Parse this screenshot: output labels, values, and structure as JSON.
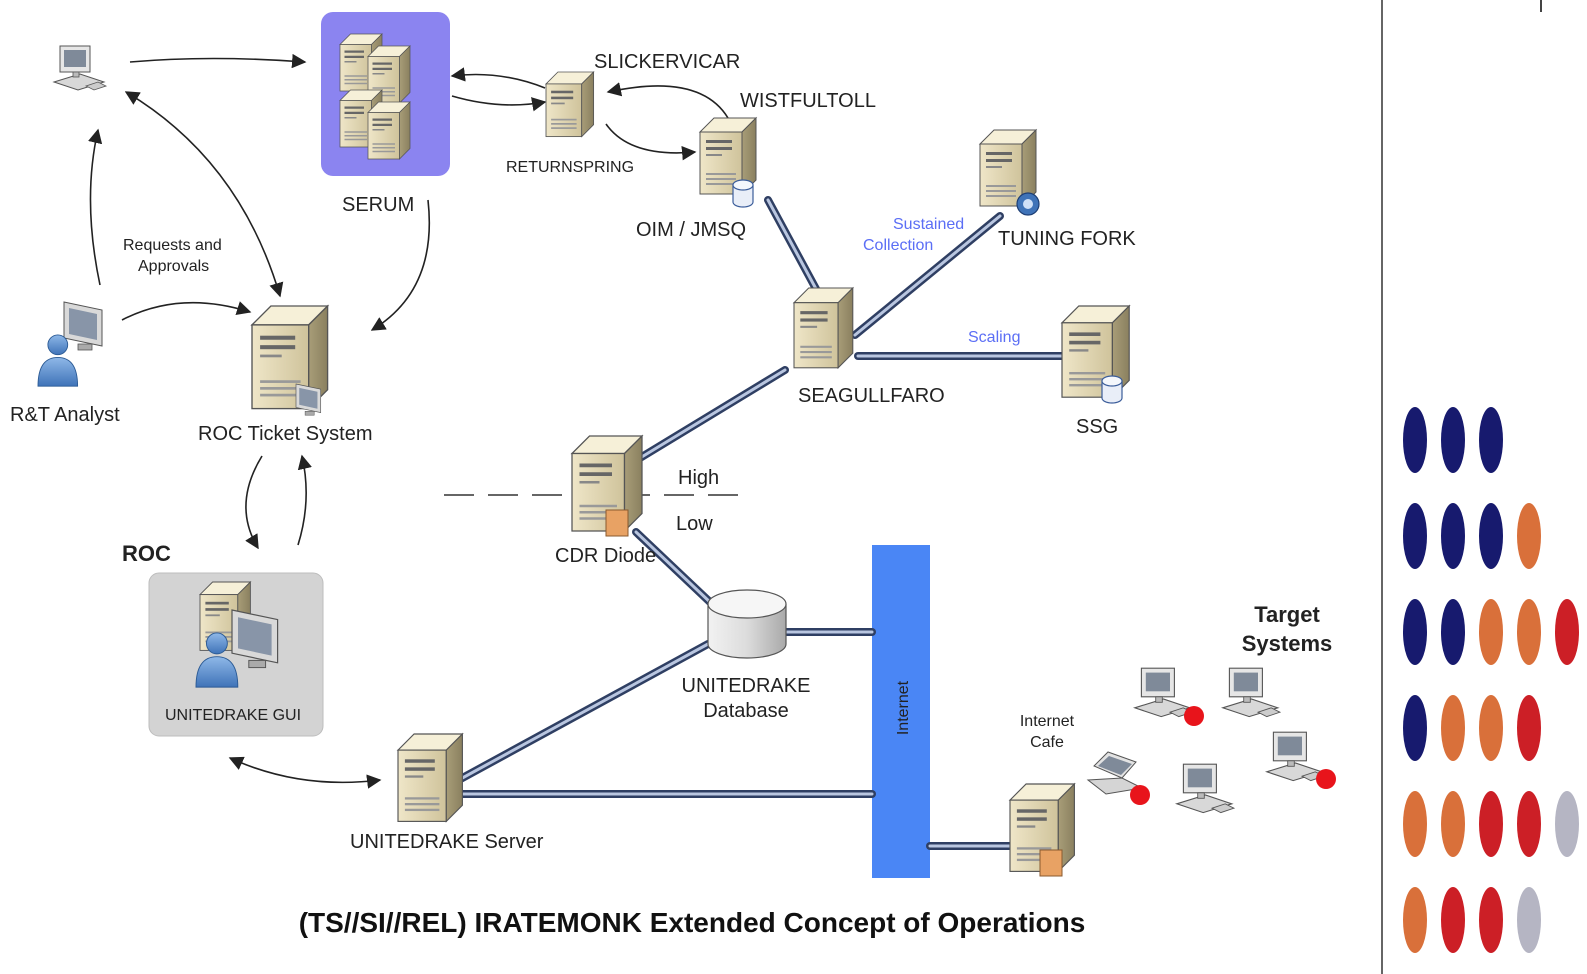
{
  "nodes": {
    "serum": "SERUM",
    "slickervicar": "SLICKERVICAR",
    "wistfultoll": "WISTFULTOLL",
    "returnspring": "RETURNSPRING",
    "oim_jmsq": "OIM / JMSQ",
    "tuning_fork": "TUNING FORK",
    "seagullfaro": "SEAGULLFARO",
    "ssg": "SSG",
    "rt_analyst": "R&T Analyst",
    "roc_ticket_system": "ROC Ticket System",
    "roc": "ROC",
    "unitedrake_gui": "UNITEDRAKE GUI",
    "cdr_diode": "CDR Diode",
    "unitedrake_database_line1": "UNITEDRAKE",
    "unitedrake_database_line2": "Database",
    "unitedrake_server": "UNITEDRAKE Server",
    "internet": "Internet",
    "internet_cafe_line1": "Internet",
    "internet_cafe_line2": "Cafe",
    "target_systems_line1": "Target",
    "target_systems_line2": "Systems"
  },
  "edge_labels": {
    "requests_line1": "Requests and",
    "requests_line2": "Approvals",
    "sustained_line1": "Sustained",
    "sustained_line2": "Collection",
    "scaling": "Scaling",
    "high": "High",
    "low": "Low"
  },
  "caption": "(TS//SI//REL) IRATEMONK Extended Concept of Operations",
  "colors": {
    "serum_box": "#8b84f0",
    "roc_box": "#d3d3d3",
    "internet_bar": "#4a86f5",
    "link_blue": "#5b6ef5",
    "target_dot": "#e8141b",
    "dot_navy": "#171a6e",
    "dot_orange": "#d9703a",
    "dot_red": "#cc1f26",
    "dot_gray": "#b5b5c3"
  },
  "icons": [
    "server-icon",
    "workstation-icon",
    "user-icon",
    "database-icon",
    "laptop-icon"
  ]
}
